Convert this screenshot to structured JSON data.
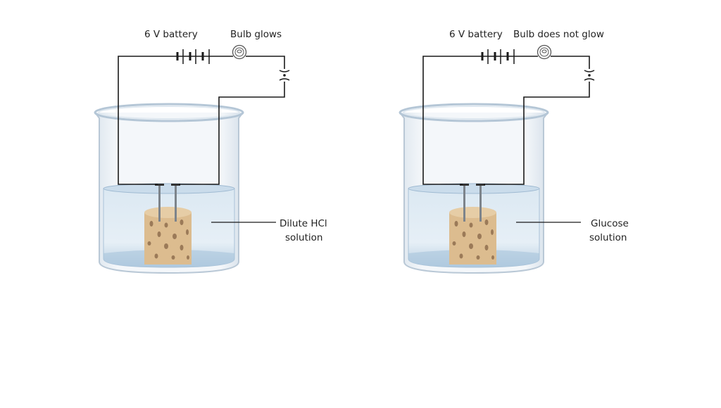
{
  "setups": [
    {
      "battery_label": "6 V battery",
      "bulb_label": "Bulb glows",
      "solution_label_line1": "Dilute HCl",
      "solution_label_line2": "solution"
    },
    {
      "battery_label": "6 V battery",
      "bulb_label": "Bulb does not glow",
      "solution_label_line1": "Glucose",
      "solution_label_line2": "solution"
    }
  ],
  "colors": {
    "wire": "#1a1a1a",
    "glass": "#c9d6e2",
    "water": "#d7e6f1",
    "cork": "#dcbc8f",
    "cork_spots": "#9b7a58"
  }
}
